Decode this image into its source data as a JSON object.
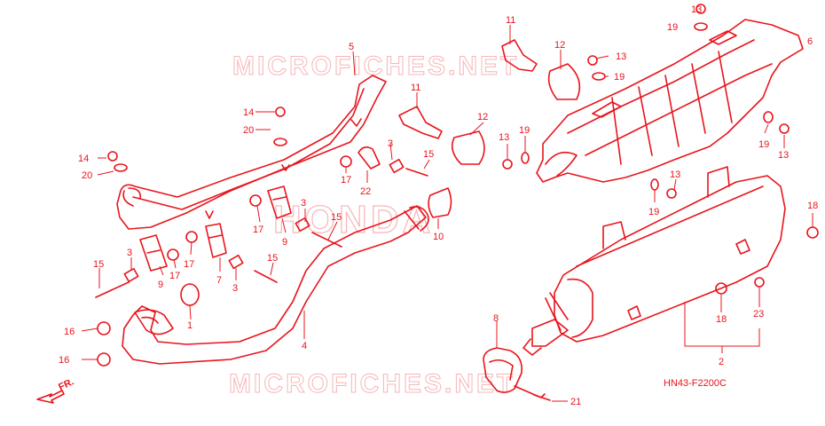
{
  "watermark": "MICROFICHES.NET",
  "brand": "HONDA",
  "diagram_code": "HN43-F2200C",
  "direction_label": "FR.",
  "callouts": [
    {
      "id": "c13a",
      "label": "13"
    },
    {
      "id": "c19a",
      "label": "19"
    },
    {
      "id": "c6",
      "label": "6"
    },
    {
      "id": "c11a",
      "label": "11"
    },
    {
      "id": "c12a",
      "label": "12"
    },
    {
      "id": "c13b",
      "label": "13"
    },
    {
      "id": "c19b",
      "label": "19"
    },
    {
      "id": "c5",
      "label": "5"
    },
    {
      "id": "c14a",
      "label": "14"
    },
    {
      "id": "c20a",
      "label": "20"
    },
    {
      "id": "c11b",
      "label": "11"
    },
    {
      "id": "c12b",
      "label": "12"
    },
    {
      "id": "c13c",
      "label": "13"
    },
    {
      "id": "c19c",
      "label": "19"
    },
    {
      "id": "c19d",
      "label": "19"
    },
    {
      "id": "c13d",
      "label": "13"
    },
    {
      "id": "c14b",
      "label": "14"
    },
    {
      "id": "c20b",
      "label": "20"
    },
    {
      "id": "c3a",
      "label": "3"
    },
    {
      "id": "c15a",
      "label": "15"
    },
    {
      "id": "c17a",
      "label": "17"
    },
    {
      "id": "c22",
      "label": "22"
    },
    {
      "id": "c13e",
      "label": "13"
    },
    {
      "id": "c19e",
      "label": "19"
    },
    {
      "id": "c18a",
      "label": "18"
    },
    {
      "id": "c17b",
      "label": "17"
    },
    {
      "id": "c3b",
      "label": "3"
    },
    {
      "id": "c9a",
      "label": "9"
    },
    {
      "id": "c15b",
      "label": "15"
    },
    {
      "id": "c10",
      "label": "10"
    },
    {
      "id": "c3c",
      "label": "3"
    },
    {
      "id": "c17c",
      "label": "17"
    },
    {
      "id": "c17d",
      "label": "17"
    },
    {
      "id": "c15c",
      "label": "15"
    },
    {
      "id": "c9b",
      "label": "9"
    },
    {
      "id": "c7",
      "label": "7"
    },
    {
      "id": "c3d",
      "label": "3"
    },
    {
      "id": "c15d",
      "label": "15"
    },
    {
      "id": "c1",
      "label": "1"
    },
    {
      "id": "c4",
      "label": "4"
    },
    {
      "id": "c16a",
      "label": "16"
    },
    {
      "id": "c16b",
      "label": "16"
    },
    {
      "id": "c8",
      "label": "8"
    },
    {
      "id": "c18b",
      "label": "18"
    },
    {
      "id": "c23",
      "label": "23"
    },
    {
      "id": "c2",
      "label": "2"
    },
    {
      "id": "c21",
      "label": "21"
    }
  ]
}
